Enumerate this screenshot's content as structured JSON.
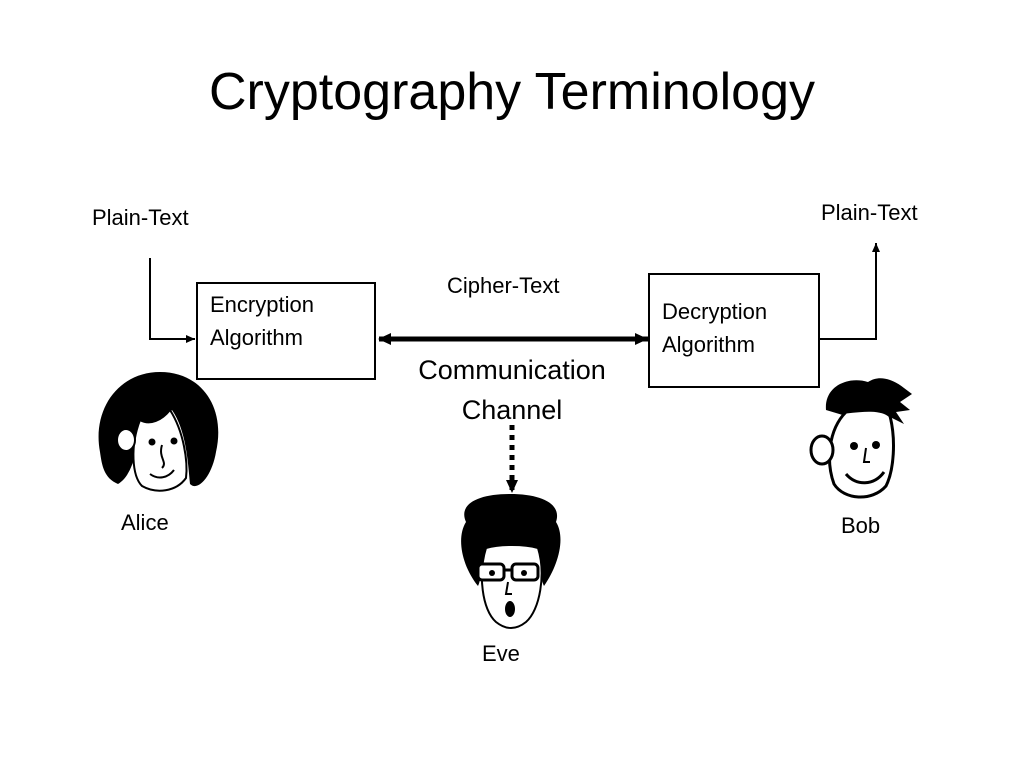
{
  "slide": {
    "title": "Cryptography Terminology"
  },
  "sender": {
    "plaintext_label": "Plain-Text",
    "name": "Alice",
    "face_icon": "alice-face-icon"
  },
  "encryption_box": {
    "line1": "Encryption",
    "line2": "Algorithm"
  },
  "channel": {
    "ciphertext_label": "Cipher-Text",
    "line1": "Communication",
    "line2": "Channel"
  },
  "decryption_box": {
    "line1": "Decryption",
    "line2": "Algorithm"
  },
  "receiver": {
    "plaintext_label": "Plain-Text",
    "name": "Bob",
    "face_icon": "bob-face-icon"
  },
  "eavesdropper": {
    "name": "Eve",
    "face_icon": "eve-face-icon"
  }
}
